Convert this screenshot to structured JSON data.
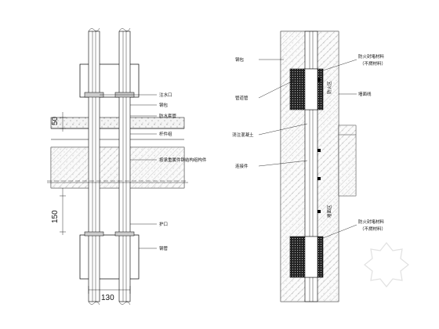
{
  "left_detail": {
    "dimensions": {
      "top": "50",
      "middle": "150",
      "bottom": "130"
    },
    "labels": [
      "注水口",
      "钢包",
      "防水套管",
      "杆件组",
      "按承重属件钢结构组构件",
      "护口",
      "钢管"
    ]
  },
  "right_detail": {
    "labels_left": [
      "钢包",
      "管道管",
      "浇注混凝土",
      "连接件"
    ],
    "labels_right": [
      "防火封堵材料",
      "（不燃材料）",
      "墙面线",
      "防火封堵材料",
      "（不燃材料）"
    ],
    "vertical_labels": [
      "防火区",
      "墙面区"
    ]
  },
  "colors": {
    "line": "#000000",
    "concrete_fill": "#f2f2f2",
    "insulation_fill": "#2a2a2a"
  },
  "watermark_icon": "star-watermark-icon"
}
